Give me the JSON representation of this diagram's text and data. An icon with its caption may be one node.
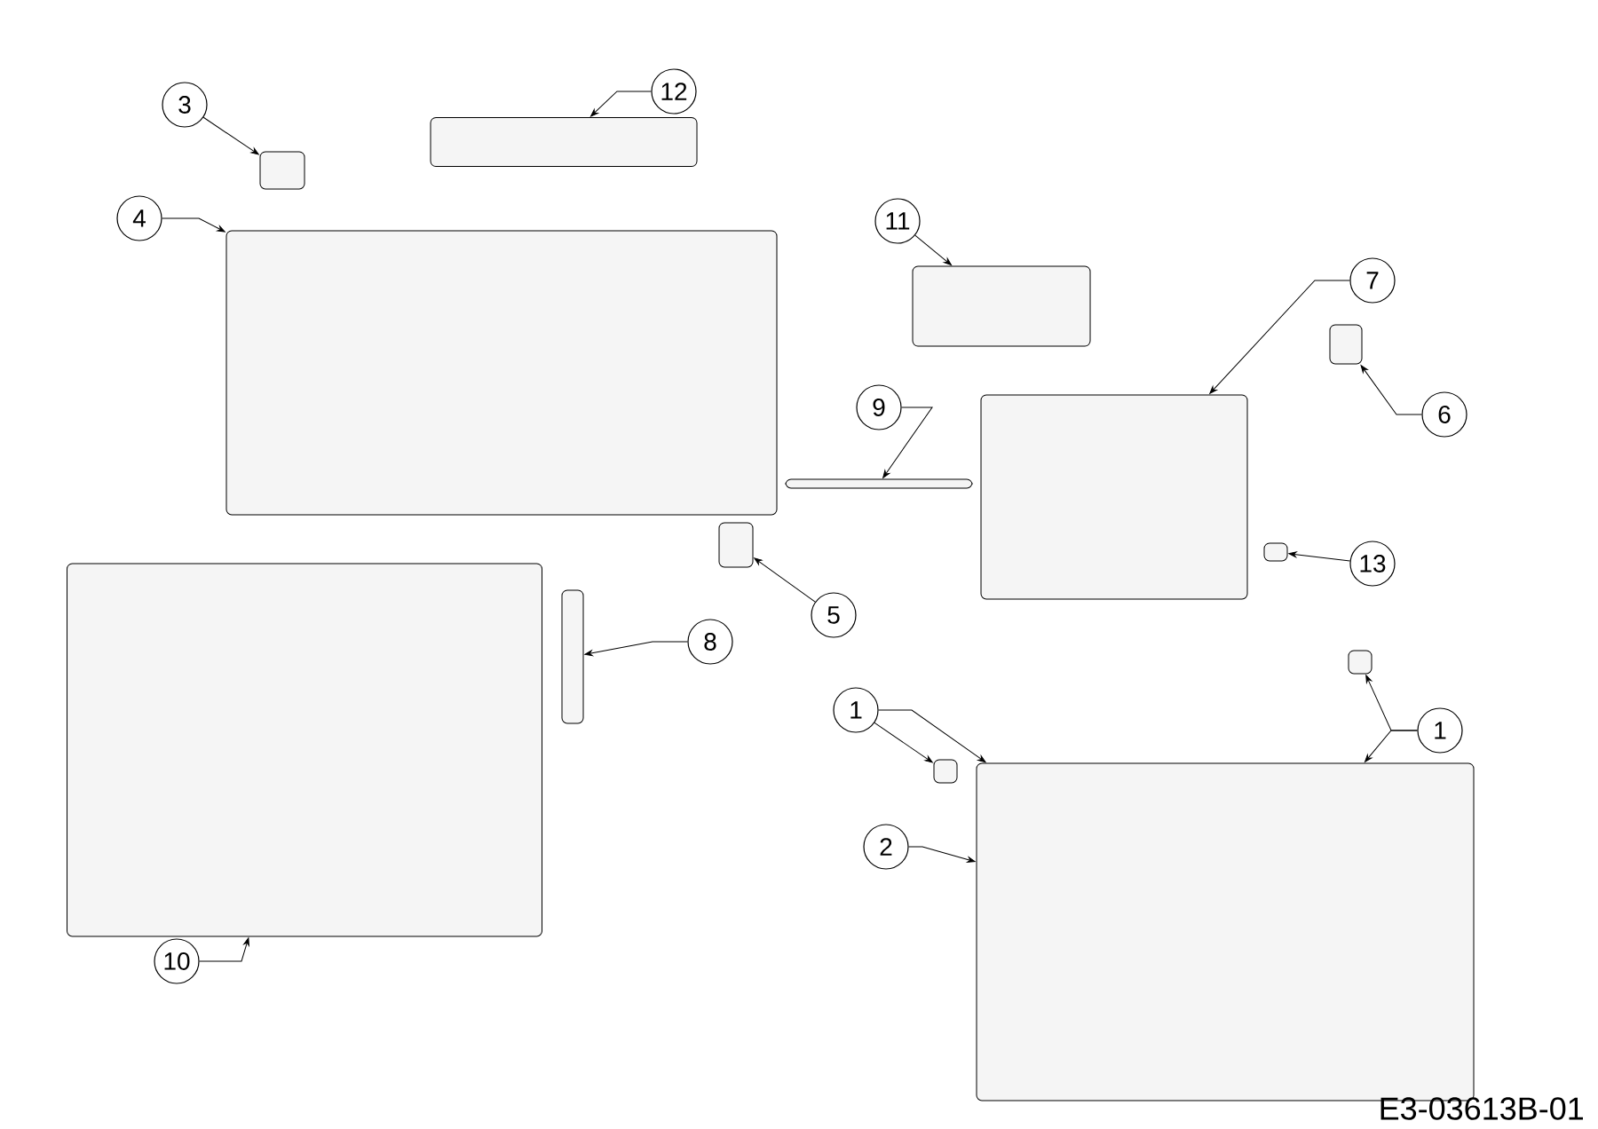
{
  "diagram": {
    "nodes": [
      {
        "text": [
          "3"
        ]
      },
      {
        "text": [],
        "shape": "box"
      },
      {
        "text": [
          "12"
        ]
      },
      {
        "text": [],
        "shape": "box"
      },
      {
        "text": [
          "4"
        ]
      },
      {
        "text": [],
        "shape": "box"
      },
      {
        "text": [
          "11"
        ]
      },
      {
        "text": [],
        "shape": "box"
      },
      {
        "text": [
          "7"
        ]
      },
      {
        "text": [],
        "shape": "box"
      },
      {
        "text": [
          "9"
        ]
      },
      {
        "text": [],
        "shape": "box"
      },
      {
        "text": [
          "6"
        ]
      },
      {
        "text": [],
        "shape": "box"
      },
      {
        "text": [
          "13"
        ]
      },
      {
        "text": [],
        "shape": "box"
      },
      {
        "text": [
          "5"
        ]
      },
      {
        "text": [],
        "shape": "box"
      },
      {
        "text": [
          "8"
        ]
      },
      {
        "text": [],
        "shape": "box"
      },
      {
        "text": [
          "1"
        ]
      },
      {
        "text": [],
        "shape": "box"
      },
      {
        "text": [
          "1"
        ]
      },
      {
        "text": [],
        "shape": "box"
      },
      {
        "text": [
          "2"
        ]
      },
      {
        "text": [],
        "shape": "box"
      },
      {
        "text": [
          "10"
        ]
      },
      {
        "text": [],
        "shape": "box"
      }
    ],
    "edges": [
      {
        "from": 0,
        "to": 1,
        "arrow": "to"
      },
      {
        "from": 2,
        "to": 3,
        "arrow": "to"
      },
      {
        "from": 4,
        "to": 5,
        "arrow": "to"
      },
      {
        "from": 6,
        "to": 7,
        "arrow": "to"
      },
      {
        "from": 8,
        "to": 9,
        "arrow": "to"
      },
      {
        "from": 10,
        "to": 11,
        "arrow": "to"
      },
      {
        "from": 12,
        "to": 13,
        "arrow": "to"
      },
      {
        "from": 14,
        "to": 15,
        "arrow": "to"
      },
      {
        "from": 16,
        "to": 17,
        "arrow": "to"
      },
      {
        "from": 18,
        "to": 19,
        "arrow": "to"
      },
      {
        "from": 20,
        "to": 21,
        "arrow": "to"
      },
      {
        "from": 20,
        "to": 25,
        "arrow": "to"
      },
      {
        "from": 22,
        "to": 23,
        "arrow": "to"
      },
      {
        "from": 22,
        "to": 25,
        "arrow": "to"
      },
      {
        "from": 24,
        "to": 25,
        "arrow": "to"
      },
      {
        "from": 26,
        "to": 27,
        "arrow": "to"
      }
    ],
    "labels": [
      "E3-03613B-01"
    ]
  }
}
